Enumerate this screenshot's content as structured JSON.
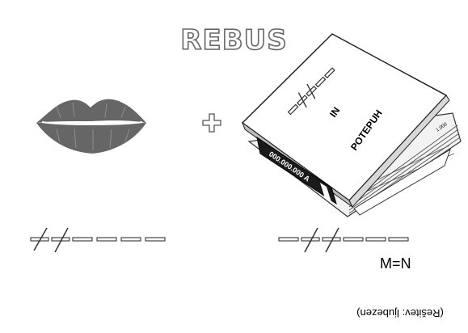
{
  "title": "REBUS",
  "operator": "+",
  "book": {
    "word1": "IN",
    "word2": "POTEPUH",
    "spine_text": "000.000.000 A",
    "edge_label": "1.000"
  },
  "condition": "M=N",
  "hint": "(Rešitev: ljubezen)",
  "icons": {
    "lips": "lips-icon",
    "book": "book-icon"
  },
  "colors": {
    "title_outline": "#666666",
    "lips": "#666666",
    "spine": "#1a1a1a"
  }
}
